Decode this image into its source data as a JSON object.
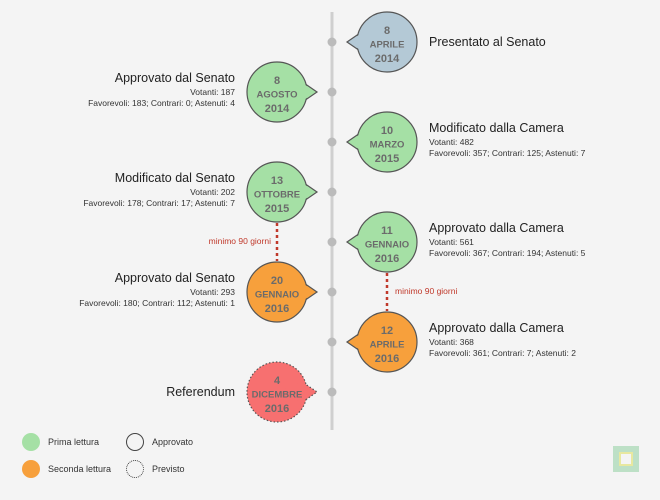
{
  "colors": {
    "prima": "#a5e0a5",
    "seconda": "#f7a03c",
    "referendum": "#f77070",
    "presented": "#b4c9d6",
    "timeline": "#cfcfcf",
    "gap": "#c0392b"
  },
  "events": [
    {
      "id": "e1",
      "side": "right",
      "kind": "presented",
      "date": [
        "8",
        "APRILE",
        "2014"
      ],
      "title": "Presentato al Senato",
      "votes": "",
      "detail": ""
    },
    {
      "id": "e2",
      "side": "left",
      "kind": "prima",
      "date": [
        "8",
        "AGOSTO",
        "2014"
      ],
      "title": "Approvato dal Senato",
      "votes": "Votanti: 187",
      "detail": "Favorevoli: 183; Contrari: 0; Astenuti: 4"
    },
    {
      "id": "e3",
      "side": "right",
      "kind": "prima",
      "date": [
        "10",
        "MARZO",
        "2015"
      ],
      "title": "Modificato dalla Camera",
      "votes": "Votanti: 482",
      "detail": "Favorevoli: 357; Contrari: 125; Astenuti: 7"
    },
    {
      "id": "e4",
      "side": "left",
      "kind": "prima",
      "date": [
        "13",
        "OTTOBRE",
        "2015"
      ],
      "title": "Modificato dal Senato",
      "votes": "Votanti: 202",
      "detail": "Favorevoli: 178; Contrari: 17; Astenuti: 7"
    },
    {
      "id": "e5",
      "side": "right",
      "kind": "prima",
      "date": [
        "11",
        "GENNAIO",
        "2016"
      ],
      "title": "Approvato dalla Camera",
      "votes": "Votanti: 561",
      "detail": "Favorevoli: 367; Contrari: 194; Astenuti: 5"
    },
    {
      "id": "e6",
      "side": "left",
      "kind": "seconda",
      "date": [
        "20",
        "GENNAIO",
        "2016"
      ],
      "title": "Approvato dal Senato",
      "votes": "Votanti: 293",
      "detail": "Favorevoli: 180; Contrari: 112; Astenuti: 1"
    },
    {
      "id": "e7",
      "side": "right",
      "kind": "seconda",
      "date": [
        "12",
        "APRILE",
        "2016"
      ],
      "title": "Approvato dalla Camera",
      "votes": "Votanti: 368",
      "detail": "Favorevoli: 361; Contrari: 7; Astenuti: 2"
    },
    {
      "id": "e8",
      "side": "left",
      "kind": "referendum",
      "planned": true,
      "date": [
        "4",
        "DICEMBRE",
        "2016"
      ],
      "title": "Referendum",
      "votes": "",
      "detail": ""
    }
  ],
  "gaps": [
    {
      "from": "e4",
      "to": "e6",
      "label": "minimo 90 giorni"
    },
    {
      "from": "e5",
      "to": "e7",
      "label": "minimo 90 giorni"
    }
  ],
  "legend": {
    "prima": "Prima lettura",
    "seconda": "Seconda lettura",
    "approvato": "Approvato",
    "previsto": "Previsto"
  }
}
